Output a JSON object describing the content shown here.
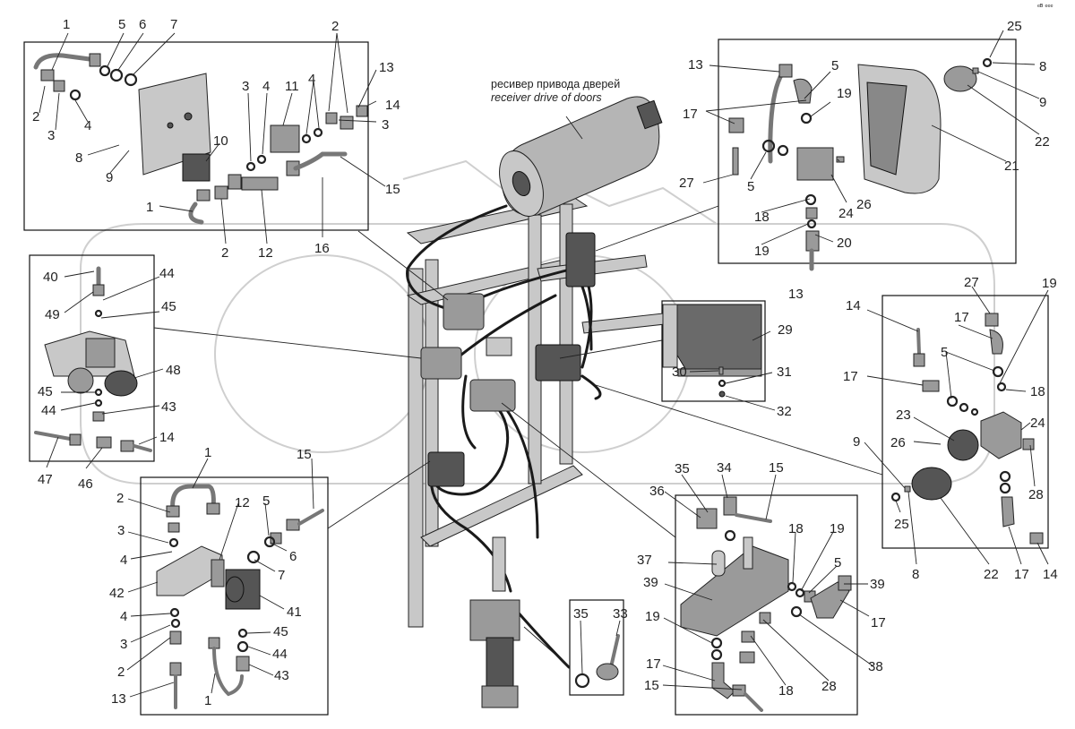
{
  "receiver_label": {
    "ru": "ресивер привода дверей",
    "en": "receiver drive of doors"
  },
  "corner_mark": "ᵉᴮ ᵉᵉᵉ",
  "panel_top_left": [
    "1",
    "5",
    "6",
    "7",
    "2",
    "13",
    "14",
    "2",
    "3",
    "4",
    "4",
    "3",
    "4",
    "11",
    "3",
    "8",
    "9",
    "10",
    "15",
    "1",
    "2",
    "12",
    "16"
  ],
  "panel_top_right": [
    "25",
    "13",
    "5",
    "8",
    "17",
    "19",
    "9",
    "22",
    "21",
    "27",
    "5",
    "26",
    "24",
    "18",
    "19",
    "20",
    "13"
  ],
  "panel_left_mid": [
    "40",
    "44",
    "49",
    "45",
    "48",
    "45",
    "44",
    "43",
    "47",
    "46",
    "14"
  ],
  "panel_right_mid": [
    "27",
    "19",
    "14",
    "17",
    "5",
    "18",
    "17",
    "23",
    "24",
    "26",
    "9",
    "28",
    "25",
    "8",
    "22",
    "17",
    "14"
  ],
  "panel_bottom_left": [
    "1",
    "15",
    "2",
    "12",
    "5",
    "3",
    "6",
    "4",
    "7",
    "42",
    "41",
    "4",
    "45",
    "3",
    "44",
    "2",
    "43",
    "13",
    "1"
  ],
  "panel_bottom_right": [
    "35",
    "34",
    "36",
    "15",
    "18",
    "19",
    "37",
    "5",
    "39",
    "39",
    "17",
    "19",
    "38",
    "17",
    "28",
    "15",
    "18"
  ],
  "inset_right": [
    "29",
    "30",
    "31",
    "32"
  ],
  "inset_bottom": [
    "35",
    "33"
  ]
}
